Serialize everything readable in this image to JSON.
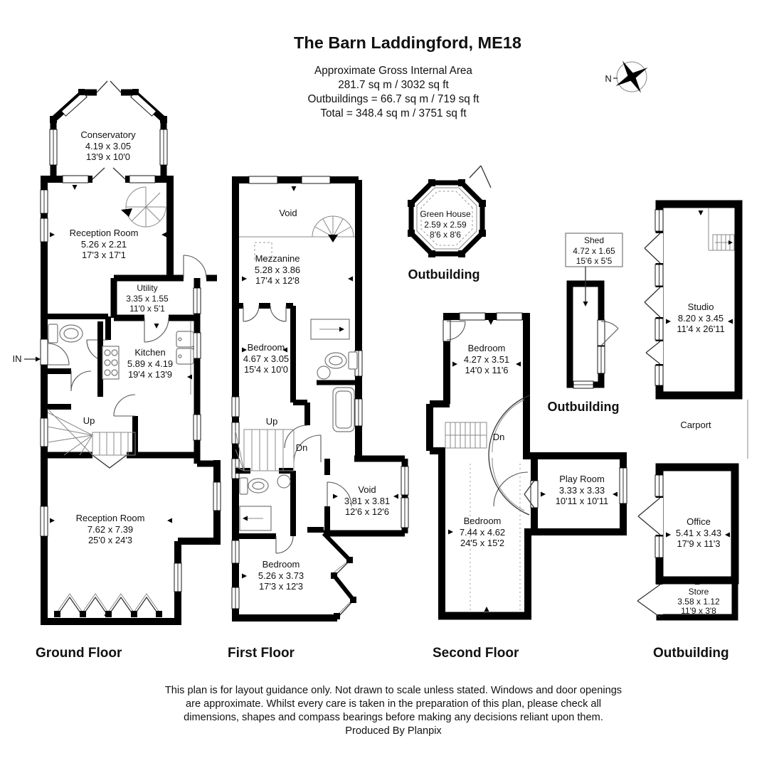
{
  "title": "The Barn Laddingford, ME18",
  "area_summary": {
    "line1": "Approximate Gross Internal Area",
    "line2": "281.7 sq m / 3032 sq ft",
    "line3": "Outbuildings = 66.7 sq m / 719 sq ft",
    "line4": "Total = 348.4 sq m / 3751 sq ft"
  },
  "compass": {
    "north": "N"
  },
  "ground_floor": {
    "label": "Ground Floor",
    "conservatory": {
      "name": "Conservatory",
      "metric": "4.19 x 3.05",
      "imperial": "13'9 x 10'0"
    },
    "reception_upper": {
      "name": "Reception Room",
      "metric": "5.26 x 2.21",
      "imperial": "17'3 x 17'1"
    },
    "utility": {
      "name": "Utility",
      "metric": "3.35 x 1.55",
      "imperial": "11'0 x 5'1"
    },
    "kitchen": {
      "name": "Kitchen",
      "metric": "5.89 x 4.19",
      "imperial": "19'4 x 13'9"
    },
    "reception_lower": {
      "name": "Reception Room",
      "metric": "7.62 x 7.39",
      "imperial": "25'0 x 24'3"
    },
    "up": "Up",
    "entrance": "IN"
  },
  "first_floor": {
    "label": "First Floor",
    "void_upper": {
      "name": "Void"
    },
    "mezzanine": {
      "name": "Mezzanine",
      "metric": "5.28 x 3.86",
      "imperial": "17'4 x 12'8"
    },
    "bedroom_front": {
      "name": "Bedroom",
      "metric": "4.67 x 3.05",
      "imperial": "15'4 x 10'0"
    },
    "void_lower": {
      "name": "Void",
      "metric": "3.81 x 3.81",
      "imperial": "12'6 x 12'6"
    },
    "bedroom_rear": {
      "name": "Bedroom",
      "metric": "5.26 x 3.73",
      "imperial": "17'3 x 12'3"
    },
    "up": "Up",
    "down": "Dn"
  },
  "second_floor": {
    "label": "Second Floor",
    "bedroom_front": {
      "name": "Bedroom",
      "metric": "4.27 x 3.51",
      "imperial": "14'0 x 11'6"
    },
    "play_room": {
      "name": "Play Room",
      "metric": "3.33 x 3.33",
      "imperial": "10'11 x 10'11"
    },
    "bedroom_main": {
      "name": "Bedroom",
      "metric": "7.44 x 4.62",
      "imperial": "24'5 x 15'2"
    },
    "down": "Dn"
  },
  "outbuildings": {
    "greenhouse": {
      "name": "Green House",
      "metric": "2.59 x 2.59",
      "imperial": "8'6 x 8'6",
      "label": "Outbuilding"
    },
    "shed": {
      "name": "Shed",
      "metric": "4.72 x 1.65",
      "imperial": "15'6 x 5'5",
      "label": "Outbuilding"
    },
    "studio": {
      "name": "Studio",
      "metric": "8.20 x 3.45",
      "imperial": "11'4 x 26'11"
    },
    "carport": {
      "name": "Carport"
    },
    "office": {
      "name": "Office",
      "metric": "5.41 x 3.43",
      "imperial": "17'9 x 11'3"
    },
    "store": {
      "name": "Store",
      "metric": "3.58 x 1.12",
      "imperial": "11'9 x 3'8"
    },
    "column_label": "Outbuilding"
  },
  "footer": {
    "line1": "This plan is for layout guidance only. Not drawn to scale unless stated. Windows and door openings",
    "line2": "are approximate. Whilst every care is taken in the preparation of this plan, please check all",
    "line3": "dimensions, shapes and compass bearings before making any decisions reliant upon them.",
    "line4": "Produced By Planpix"
  }
}
